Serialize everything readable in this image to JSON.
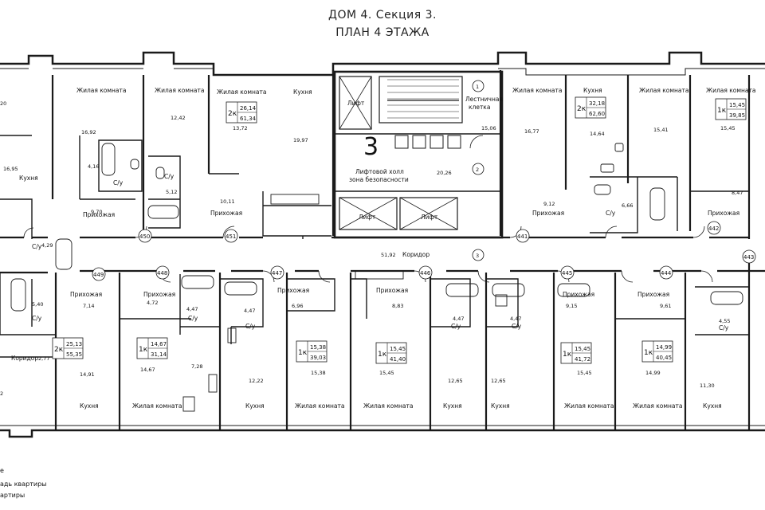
{
  "header": {
    "line1": "ДОМ 4. Секция 3.",
    "line2": "ПЛАН 4 ЭТАЖА"
  },
  "section_number": "3",
  "elevator_label": "Лифт",
  "labels": {
    "living": "Жилая комната",
    "kitchen": "Кухня",
    "hall": "Прихожая",
    "bath": "С/у",
    "corridor": "Коридор",
    "stairs_line1": "Лестничная",
    "stairs_line2": "клетка",
    "lift_hall_line1": "Лифтовой холл",
    "lift_hall_line2": "зона безопасности"
  },
  "areas": {
    "a20": "20",
    "a16_92": "16,92",
    "a12_42": "12,42",
    "a13_72": "13,72",
    "a19_97": "19,97",
    "a16_95": "16,95",
    "a4_16": "4,16",
    "a5_12": "5,12",
    "a10_11": "10,11",
    "a9_70": "9,70",
    "a4_29": "4,29",
    "a15_06": "15,06",
    "a20_26": "20,26",
    "a16_77": "16,77",
    "a14_64": "14,64",
    "a15_41": "15,41",
    "a15_45": "15,45",
    "a9_12": "9,12",
    "a6_66": "6,66",
    "a8_47": "8,47",
    "a51_92": "51,92",
    "a7_14": "7,14",
    "a4_72": "4,72",
    "a4_47": "4,47",
    "a6_96": "6,96",
    "a8_83": "8,83",
    "a9_15": "9,15",
    "a9_61": "9,61",
    "a4_55": "4,55",
    "a5_40": "5,40",
    "a2_77": "2,77",
    "a14_91": "14,91",
    "a14_67": "14,67",
    "a7_28": "7,28",
    "a12_22": "12,22",
    "a15_38": "15,38",
    "a12_65": "12,65",
    "a14_99": "14,99",
    "a11_30": "11,30",
    "a2": "2"
  },
  "circle_marks": {
    "c1": "1",
    "c2": "2",
    "c3": "3"
  },
  "unit_numbers": {
    "u450": "450",
    "u451": "451",
    "u441": "441",
    "u442": "442",
    "u443": "443",
    "u449": "449",
    "u448": "448",
    "u447": "447",
    "u446": "446",
    "u445": "445",
    "u444": "444"
  },
  "apartments": {
    "apt451": {
      "rooms": "2к",
      "living": "26,14",
      "total": "61,34"
    },
    "apt441": {
      "rooms": "2к",
      "living": "32,18",
      "total": "62,60"
    },
    "apt442": {
      "rooms": "1к",
      "living": "15,45",
      "total": "39,85"
    },
    "apt449": {
      "rooms": "2к",
      "living": "25,13",
      "total": "55,35"
    },
    "apt448": {
      "rooms": "1к",
      "living": "14,67",
      "total": "31,14"
    },
    "apt447": {
      "rooms": "1к",
      "living": "15,38",
      "total": "39,03"
    },
    "apt446": {
      "rooms": "1к",
      "living": "15,45",
      "total": "41,40"
    },
    "apt445": {
      "rooms": "1к",
      "living": "15,45",
      "total": "41,72"
    },
    "apt444": {
      "rooms": "1к",
      "living": "14,99",
      "total": "40,45"
    }
  },
  "legend": {
    "l1": "е",
    "l2": "адь квартиры",
    "l3": "артиры"
  }
}
